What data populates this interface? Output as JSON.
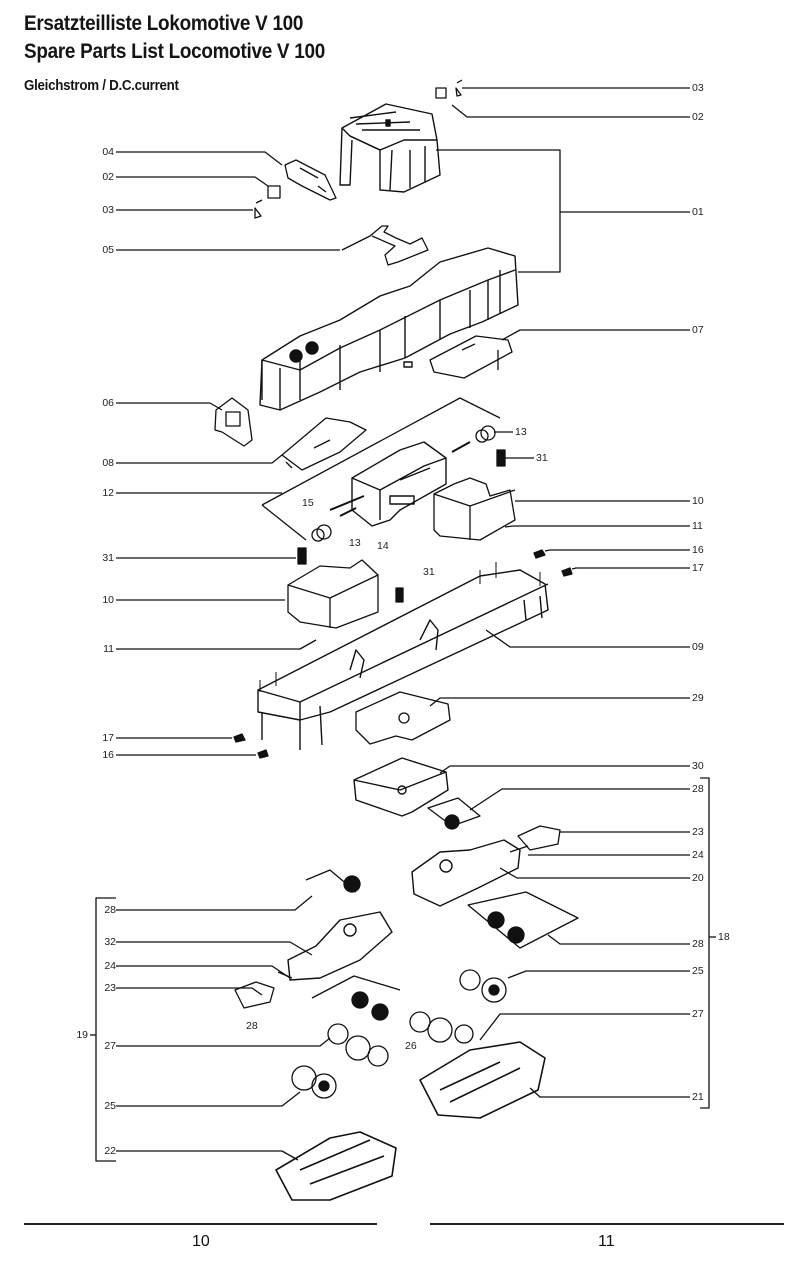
{
  "header": {
    "title_de": "Ersatzteilliste Lokomotive V 100",
    "title_en": "Spare Parts List Locomotive V 100",
    "subtitle": "Gleichstrom / D.C.current"
  },
  "callouts": {
    "right": {
      "c03": "03",
      "c02": "02",
      "c01": "01",
      "c07": "07",
      "c13": "13",
      "c31": "31",
      "c10": "10",
      "c11": "11",
      "c16": "16",
      "c17": "17",
      "c09": "09",
      "c29": "29",
      "c30": "30",
      "c28a": "28",
      "c23": "23",
      "c24": "24",
      "c20": "20",
      "c28b": "28",
      "c18": "18",
      "c25": "25",
      "c27": "27",
      "c21": "21"
    },
    "left": {
      "c04": "04",
      "c02": "02",
      "c03": "03",
      "c05": "05",
      "c06": "06",
      "c08": "08",
      "c12": "12",
      "c31": "31",
      "c10": "10",
      "c11": "11",
      "c17": "17",
      "c16": "16",
      "c28": "28",
      "c32": "32",
      "c24": "24",
      "c23": "23",
      "c19": "19",
      "c27": "27",
      "c25": "25",
      "c22": "22"
    },
    "inline": {
      "c15": "15",
      "c13": "13",
      "c14": "14",
      "c31": "31",
      "c28": "28",
      "c26": "26"
    }
  },
  "footer": {
    "page_left": "10",
    "page_right": "11"
  },
  "colors": {
    "ink": "#111111",
    "paper": "#ffffff"
  }
}
